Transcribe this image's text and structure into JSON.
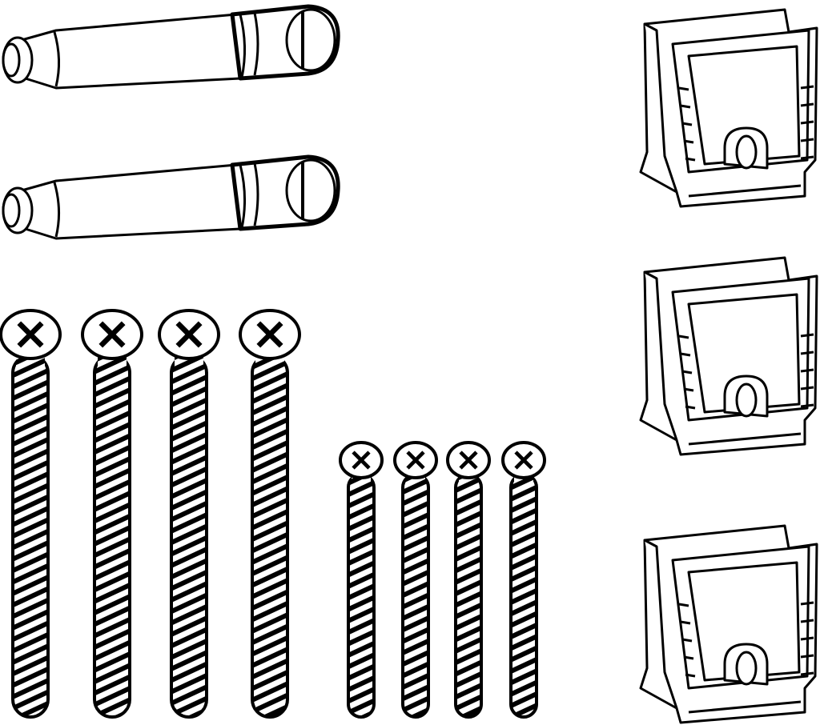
{
  "colors": {
    "stroke": "#000000",
    "fill": "#ffffff"
  },
  "parts": {
    "pins": 2,
    "long_screws": 4,
    "short_screws": 4,
    "clips": 3
  }
}
